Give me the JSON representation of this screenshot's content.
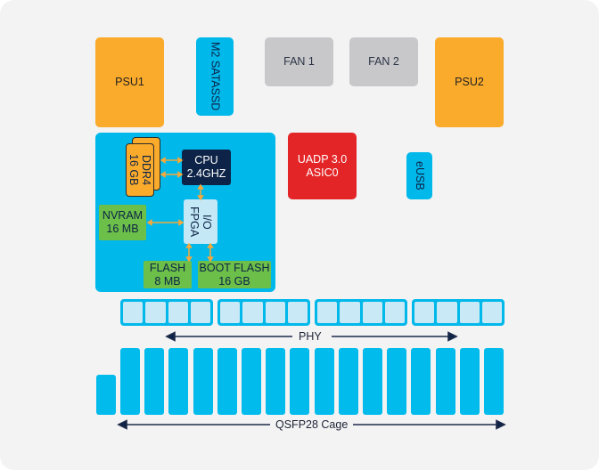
{
  "diagram": {
    "psu1": "PSU1",
    "psu2": "PSU2",
    "ssd": "M2 SATASSD",
    "fan1": "FAN 1",
    "fan2": "FAN 2",
    "asic_line1": "UADP 3.0",
    "asic_line2": "ASIC0",
    "eusb": "eUSB",
    "ddr_line1": "DDR4",
    "ddr_line2": "16 GB",
    "cpu_line1": "CPU",
    "cpu_line2": "2.4GHZ",
    "fpga_line1": "I/O",
    "fpga_line2": "FPGA",
    "nvram_line1": "NVRAM",
    "nvram_line2": "16 MB",
    "flash_line1": "FLASH",
    "flash_line2": "8 MB",
    "bootflash_line1": "BOOT FLASH",
    "bootflash_line2": "16 GB",
    "phy_label": "PHY",
    "phy_groups": 4,
    "phy_cells_per_group": 4,
    "cage_label": "QSFP28 Cage",
    "cage_ports": 16,
    "mgmt_ports": 1
  },
  "colors": {
    "psu": "#fbab2b",
    "fan": "#c8c8cb",
    "cyan": "#00b8ea",
    "asic": "#e42527",
    "cpu": "#0d2347",
    "fpga": "#c5e8f7",
    "memory": "#6cbf48",
    "arrow": "#0d2347"
  }
}
